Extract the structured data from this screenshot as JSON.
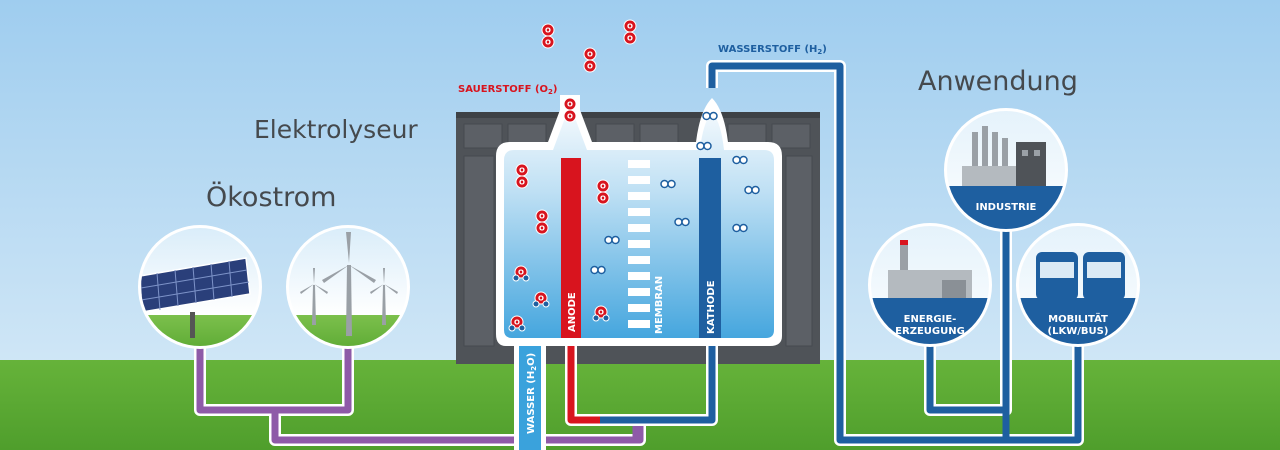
{
  "headings": {
    "oekostrom": "Ökostrom",
    "elektrolyseur": "Elektrolyseur",
    "anwendung": "Anwendung"
  },
  "labels": {
    "sauerstoff": "SAUERSTOFF (O",
    "sauerstoff_sub": "2",
    "wasserstoff": "WASSERSTOFF (H",
    "wasserstoff_sub": "2",
    "close_paren": ")",
    "anode": "ANODE",
    "membran": "MEMBRAN",
    "kathode": "KATHODE",
    "wasser": "WASSER (H",
    "wasser_sub": "2",
    "wasser_end": "O)"
  },
  "applications": {
    "industrie": "INDUSTRIE",
    "energie_1": "ENERGIE-",
    "energie_2": "ERZEUGUNG",
    "mobilitaet_1": "MOBILITÄT",
    "mobilitaet_2": "(LKW/BUS)"
  },
  "molecule_letters": {
    "oxygen": "O",
    "hydrogen": "H"
  },
  "colors": {
    "sky": "#a9d3f0",
    "grass": "#5aa832",
    "oxygen_red": "#d8141e",
    "hydrogen_blue": "#1e5fa0",
    "pipe_purple": "#8e5aa8",
    "building_gray": "#4f5358",
    "water_blue": "#3aa2dc"
  }
}
